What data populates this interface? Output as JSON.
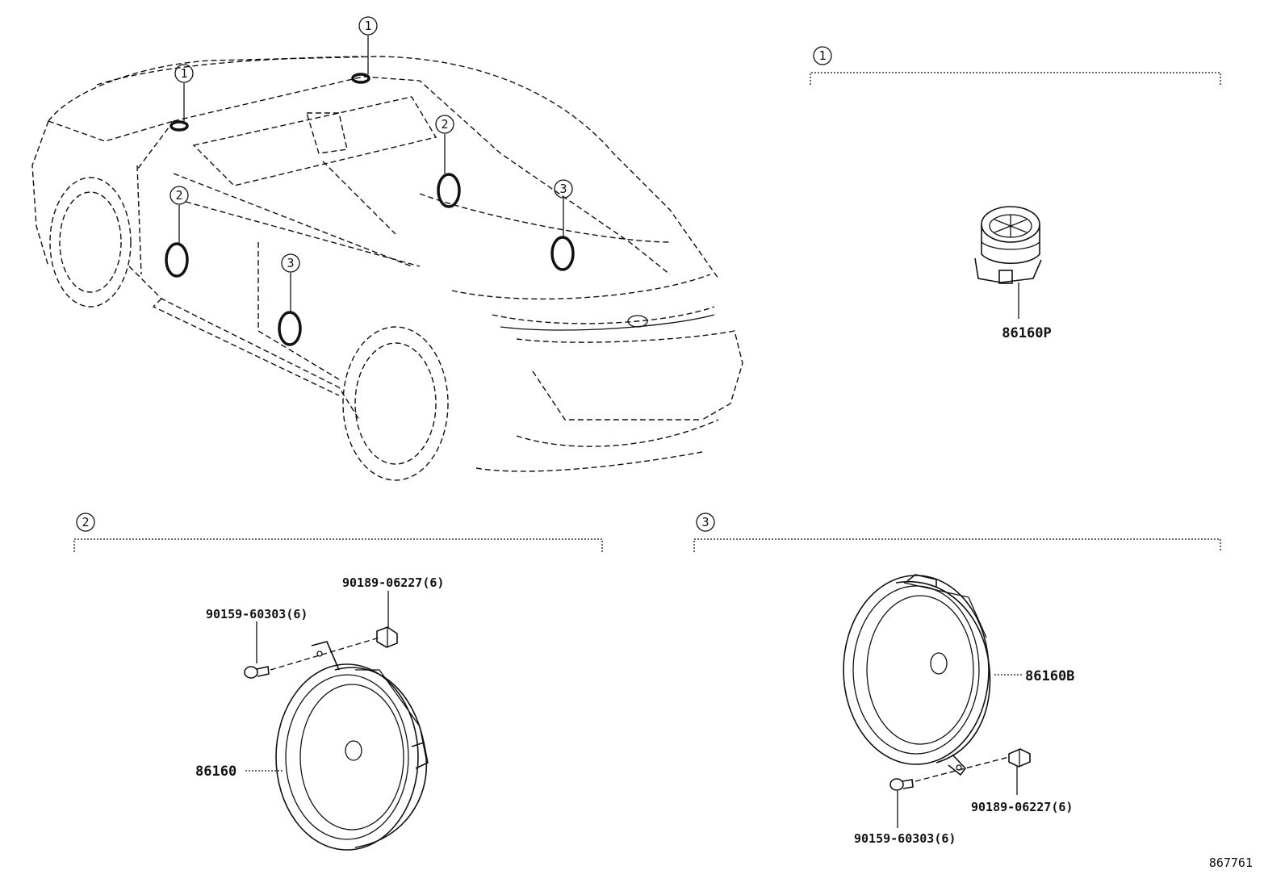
{
  "callouts": {
    "c1": "1",
    "c2": "2",
    "c3": "3"
  },
  "parts": {
    "tweeter": "86160P",
    "front_speaker": "86160",
    "rear_speaker": "86160B",
    "screw": "90159-60303(6)",
    "nut": "90189-06227(6)"
  },
  "reference_number": "867761",
  "icons": [
    "car-outline-icon",
    "tweeter-icon",
    "front-door-speaker-icon",
    "rear-door-speaker-icon",
    "screw-icon",
    "clip-nut-icon"
  ]
}
